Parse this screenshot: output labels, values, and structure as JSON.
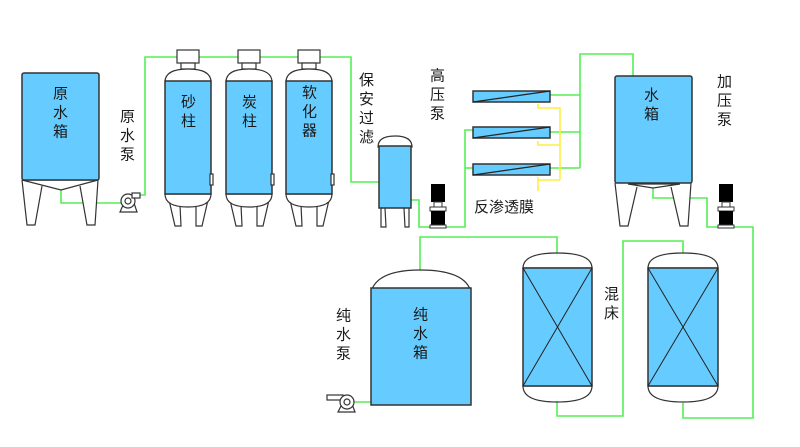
{
  "diagram": {
    "title": "",
    "colors": {
      "tank_fill": "#66ccff",
      "pipe_main": "#55ee55",
      "pipe_concentrate": "#ffee44",
      "outline": "#333333"
    },
    "components": {
      "raw_tank": {
        "label": "原水箱"
      },
      "raw_pump": {
        "label": "原水泵"
      },
      "sand_column": {
        "label": "砂柱"
      },
      "carbon_column": {
        "label": "炭柱"
      },
      "softener": {
        "label": "软化器"
      },
      "security_filter": {
        "label": "保安过滤"
      },
      "hp_pump": {
        "label": "高压泵"
      },
      "ro_membrane": {
        "label": "反渗透膜",
        "count": 3
      },
      "water_tank": {
        "label": "水箱"
      },
      "booster_pump": {
        "label": "加压泵"
      },
      "mixed_bed": {
        "label": "混床",
        "count": 2
      },
      "pure_tank": {
        "label": "纯水箱"
      },
      "pure_pump": {
        "label": "纯水泵"
      }
    },
    "flow": [
      "原水箱",
      "原水泵",
      "砂柱",
      "炭柱",
      "软化器",
      "保安过滤",
      "高压泵",
      "反渗透膜",
      "水箱",
      "加压泵",
      "混床",
      "混床",
      "纯水箱",
      "纯水泵"
    ]
  }
}
